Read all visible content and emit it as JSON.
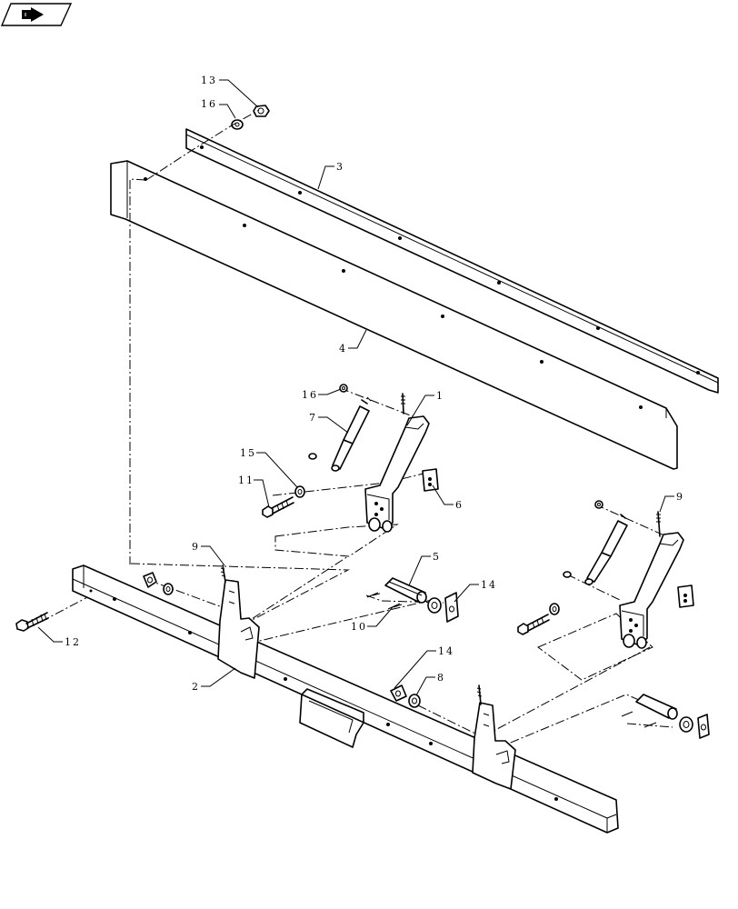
{
  "nav_icon": "back-arrow-icon",
  "callouts": [
    {
      "id": "c13",
      "text": "13"
    },
    {
      "id": "c16a",
      "text": "16"
    },
    {
      "id": "c3",
      "text": "3"
    },
    {
      "id": "c4",
      "text": "4"
    },
    {
      "id": "c16b",
      "text": "16"
    },
    {
      "id": "c1",
      "text": "1"
    },
    {
      "id": "c7",
      "text": "7"
    },
    {
      "id": "c15",
      "text": "15"
    },
    {
      "id": "c11",
      "text": "11"
    },
    {
      "id": "c6",
      "text": "6"
    },
    {
      "id": "c9a",
      "text": "9"
    },
    {
      "id": "c9b",
      "text": "9"
    },
    {
      "id": "c5",
      "text": "5"
    },
    {
      "id": "c14a",
      "text": "14"
    },
    {
      "id": "c10",
      "text": "10"
    },
    {
      "id": "c12",
      "text": "12"
    },
    {
      "id": "c2",
      "text": "2"
    },
    {
      "id": "c14b",
      "text": "14"
    },
    {
      "id": "c8",
      "text": "8"
    }
  ]
}
